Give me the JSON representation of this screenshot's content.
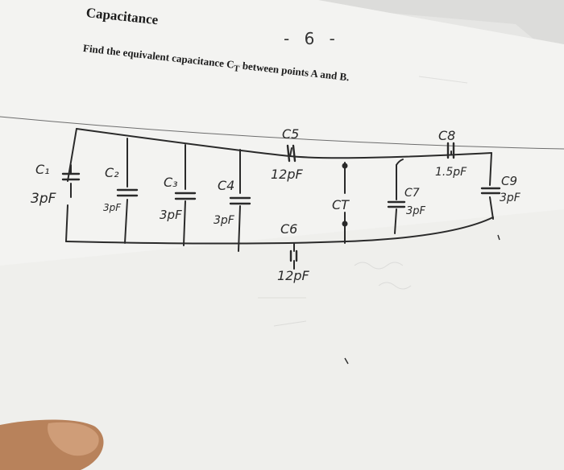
{
  "header": {
    "title": "Capacitance",
    "page_number": "- 6 -",
    "problem_text_pre": "Find the equivalent capacitance C",
    "problem_sub": "T",
    "problem_text_post": " between points A and B."
  },
  "circuit": {
    "labels": {
      "c1": "C₁",
      "c1_value": "3pF",
      "c2": "C₂",
      "c2_value": "3pF",
      "c3": "C₃",
      "c3_value": "3pF",
      "c4": "C4",
      "c4_value": "3pF",
      "c5": "C5",
      "c5_value": "12pF",
      "c6": "C6",
      "c6_value": "12pF",
      "ct": "CT",
      "c7": "C7",
      "c7_value": "3pF",
      "c8": "C8",
      "c8_value": "1.5pF",
      "c9": "C9",
      "c9_value": "3pF"
    }
  },
  "colors": {
    "paper": "#f4f4f2",
    "ink": "#2a2a2a",
    "background": "#5a5652",
    "thumb": "#c08a63"
  }
}
